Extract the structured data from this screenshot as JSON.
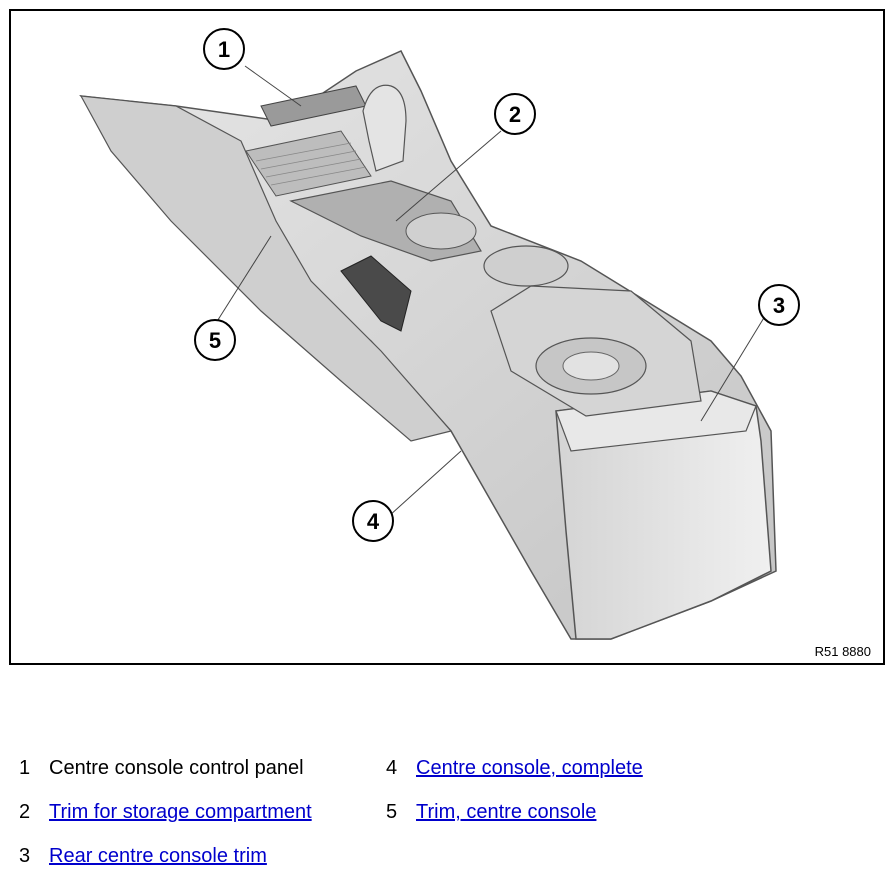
{
  "figure": {
    "ref_code": "R51 8880",
    "callouts": [
      "1",
      "2",
      "3",
      "4",
      "5"
    ]
  },
  "legend": [
    {
      "num": "1",
      "text": "Centre console control panel",
      "link": false
    },
    {
      "num": "2",
      "text": "Trim for storage compartment",
      "link": true
    },
    {
      "num": "3",
      "text": "Rear centre console trim",
      "link": true
    },
    {
      "num": "4",
      "text": "Centre console, complete",
      "link": true
    },
    {
      "num": "5",
      "text": "Trim, centre console",
      "link": true
    }
  ],
  "colors": {
    "link": "#0000cc",
    "console_fill": "#d9d9d9",
    "console_shade": "#bfbfbf",
    "outline": "#555555"
  }
}
